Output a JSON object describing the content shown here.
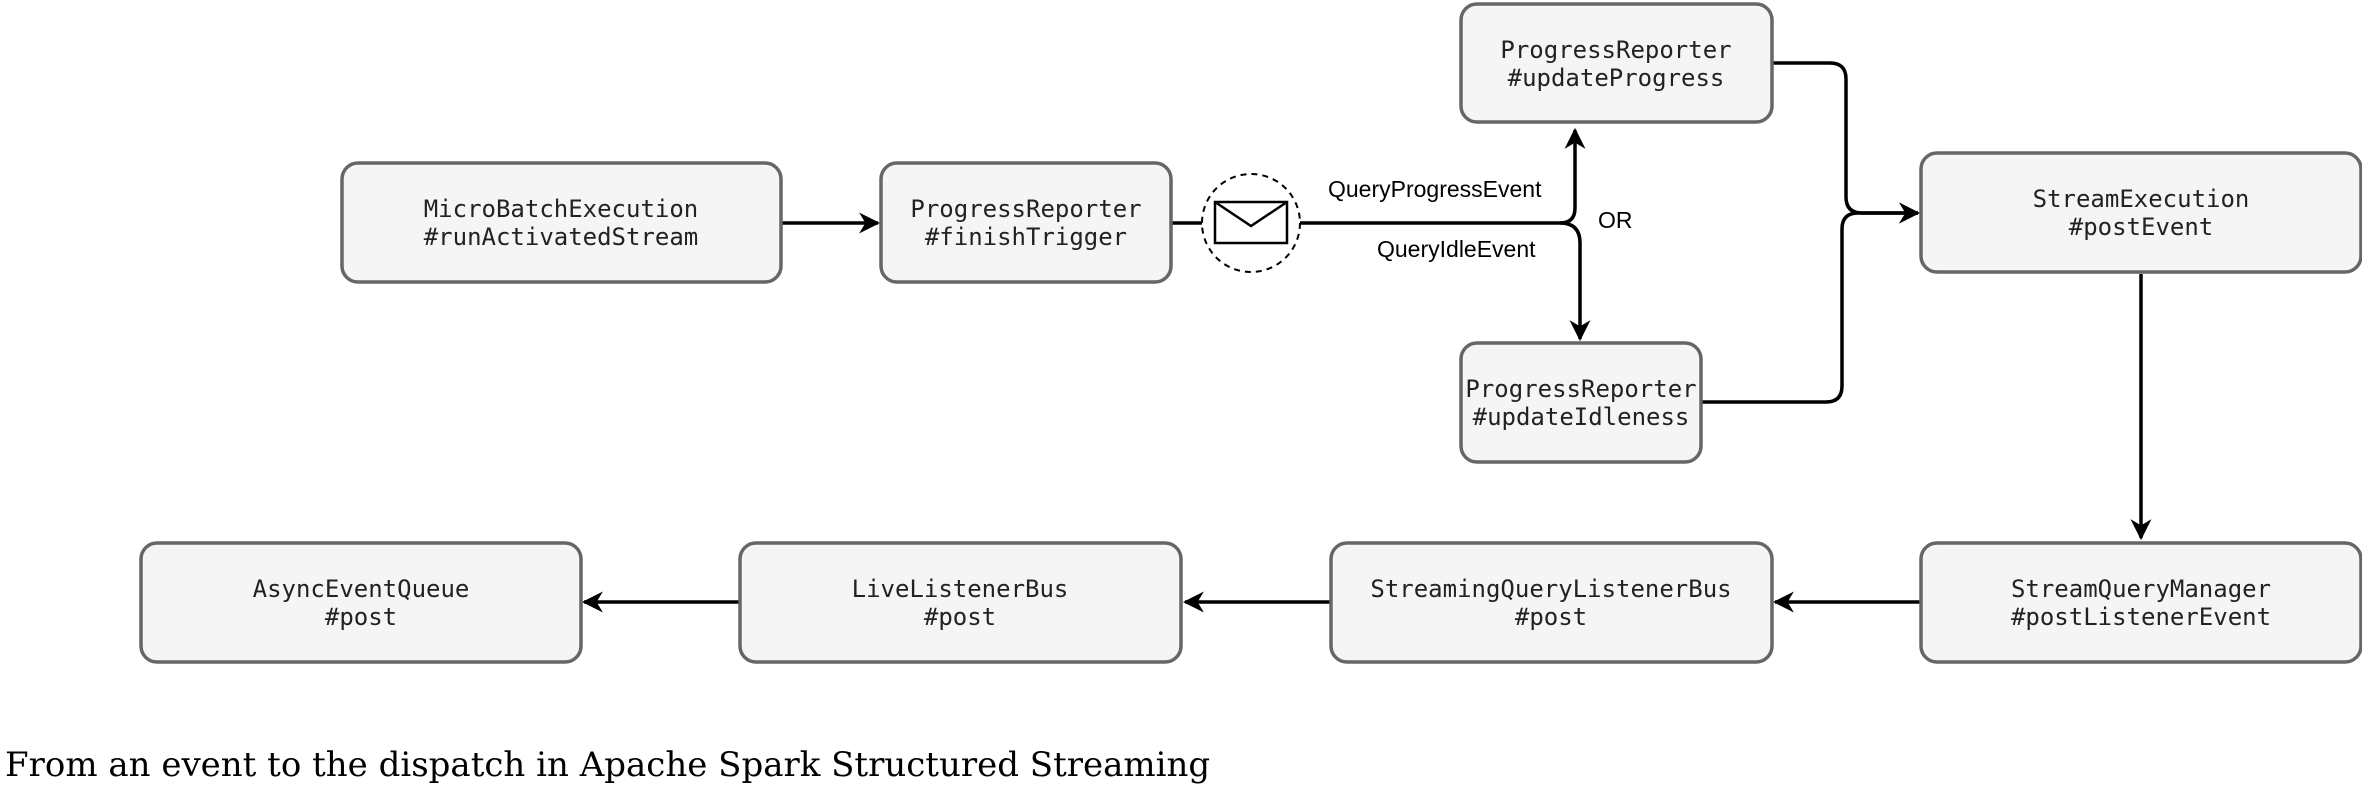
{
  "nodes": {
    "micro_batch": {
      "line1": "MicroBatchExecution",
      "line2": "#runActivatedStream"
    },
    "finish_trigger": {
      "line1": "ProgressReporter",
      "line2": "#finishTrigger"
    },
    "update_progress": {
      "line1": "ProgressReporter",
      "line2": "#updateProgress"
    },
    "update_idleness": {
      "line1": "ProgressReporter",
      "line2": "#updateIdleness"
    },
    "post_event": {
      "line1": "StreamExecution",
      "line2": "#postEvent"
    },
    "post_listener_event": {
      "line1": "StreamQueryManager",
      "line2": "#postListenerEvent"
    },
    "streaming_listener_bus": {
      "line1": "StreamingQueryListenerBus",
      "line2": "#post"
    },
    "live_listener_bus": {
      "line1": "LiveListenerBus",
      "line2": "#post"
    },
    "async_event_queue": {
      "line1": "AsyncEventQueue",
      "line2": "#post"
    }
  },
  "edge_labels": {
    "progress_event": "QueryProgressEvent",
    "or": "OR",
    "idle_event": "QueryIdleEvent"
  },
  "icons": {
    "message": "envelope-icon"
  },
  "caption": "From an event to the dispatch in Apache Spark Structured Streaming"
}
